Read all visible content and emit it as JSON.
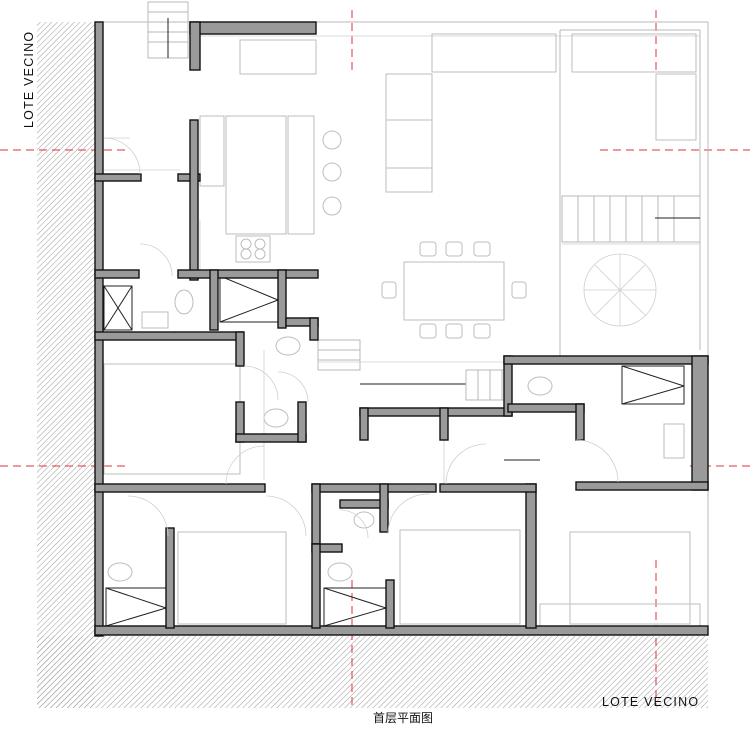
{
  "labels": {
    "neighbor_left": "LOTE VECINO",
    "neighbor_bottom": "LOTE VECINO",
    "caption": "首层平面图"
  },
  "colors": {
    "wall_fill": "#9a9a9a",
    "axis_line": "#e0303a",
    "hatch": "#9c9c9c"
  }
}
